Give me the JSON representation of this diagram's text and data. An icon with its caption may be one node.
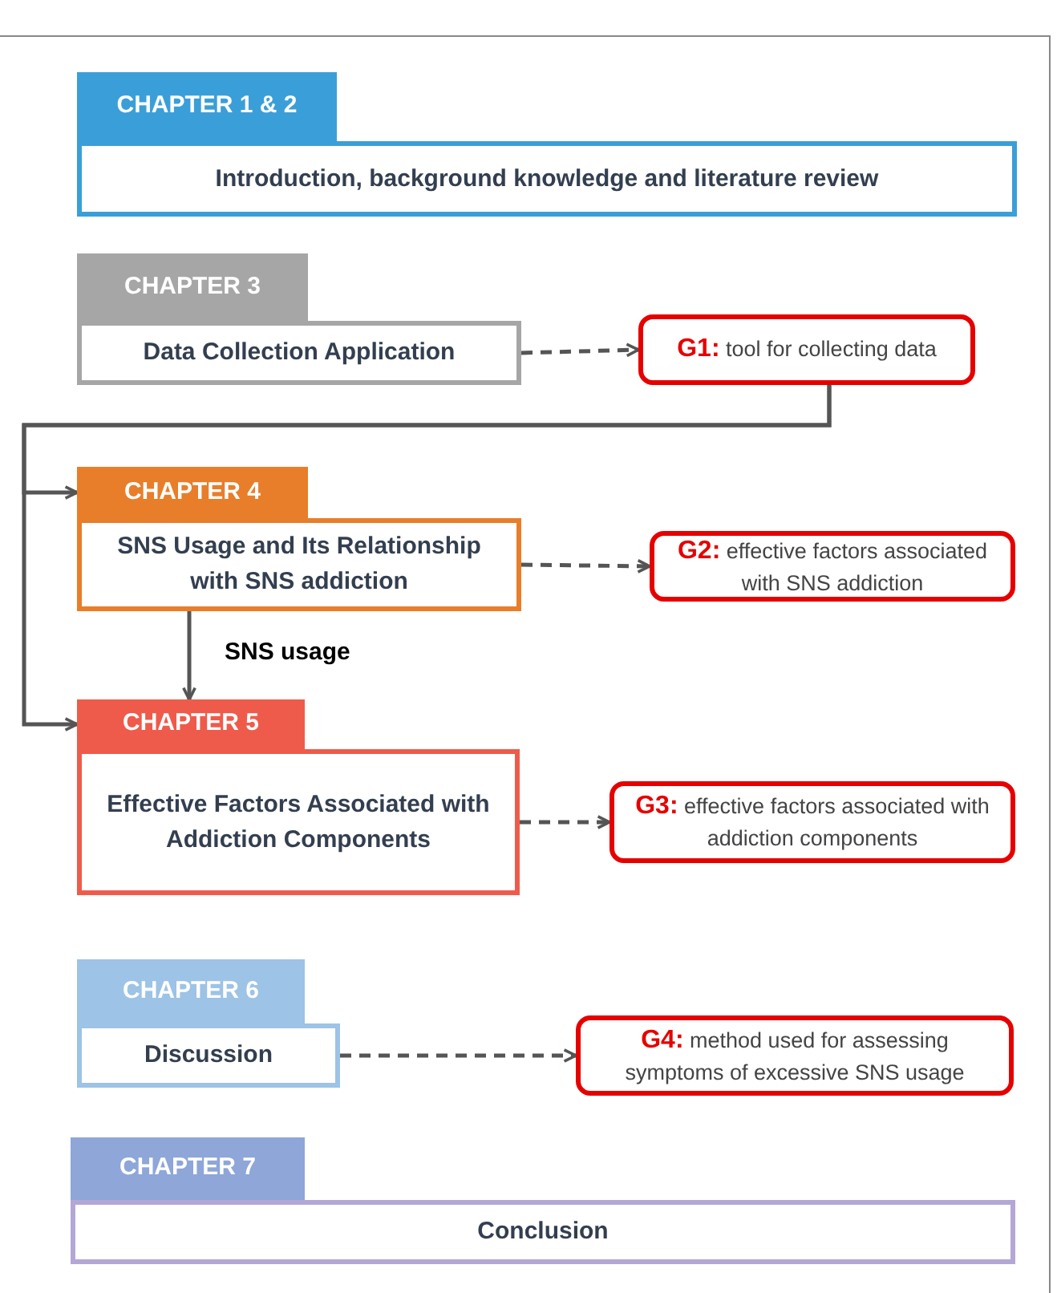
{
  "diagram": {
    "nodes": [
      {
        "text": [
          "CHAPTER 1 & 2"
        ]
      },
      {
        "text": [
          "Introduction, background knowledge and literature review"
        ]
      },
      {
        "text": [
          "CHAPTER 3"
        ]
      },
      {
        "text": [
          "Data Collection Application"
        ]
      },
      {
        "text": [
          "**G1:** tool for collecting data"
        ]
      },
      {
        "text": [
          "CHAPTER 4"
        ]
      },
      {
        "text": [
          "SNS Usage and Its Relationship with SNS addiction"
        ]
      },
      {
        "text": [
          "**G2:** effective factors associated with SNS addiction"
        ]
      },
      {
        "text": [
          "CHAPTER 5"
        ]
      },
      {
        "text": [
          "Effective Factors Associated with Addiction Components"
        ]
      },
      {
        "text": [
          "**G3:** effective factors associated with addiction components"
        ]
      },
      {
        "text": [
          "CHAPTER 6"
        ]
      },
      {
        "text": [
          "Discussion"
        ]
      },
      {
        "text": [
          "**G4:** method used for assessing symptoms of excessive SNS usage"
        ]
      },
      {
        "text": [
          "CHAPTER 7"
        ]
      },
      {
        "text": [
          "Conclusion"
        ]
      }
    ],
    "edges": [
      {
        "from": 3,
        "to": 4,
        "arrow": "to",
        "style": "dashed"
      },
      {
        "from": 4,
        "to": 5,
        "arrow": "to"
      },
      {
        "from": 4,
        "to": 8,
        "arrow": "to"
      },
      {
        "from": 6,
        "to": 7,
        "arrow": "to",
        "style": "dashed"
      },
      {
        "from": 6,
        "to": 8,
        "arrow": "to",
        "label": "SNS usage"
      },
      {
        "from": 9,
        "to": 10,
        "arrow": "to",
        "style": "dashed"
      },
      {
        "from": 12,
        "to": 13,
        "arrow": "to",
        "style": "dashed"
      }
    ]
  }
}
